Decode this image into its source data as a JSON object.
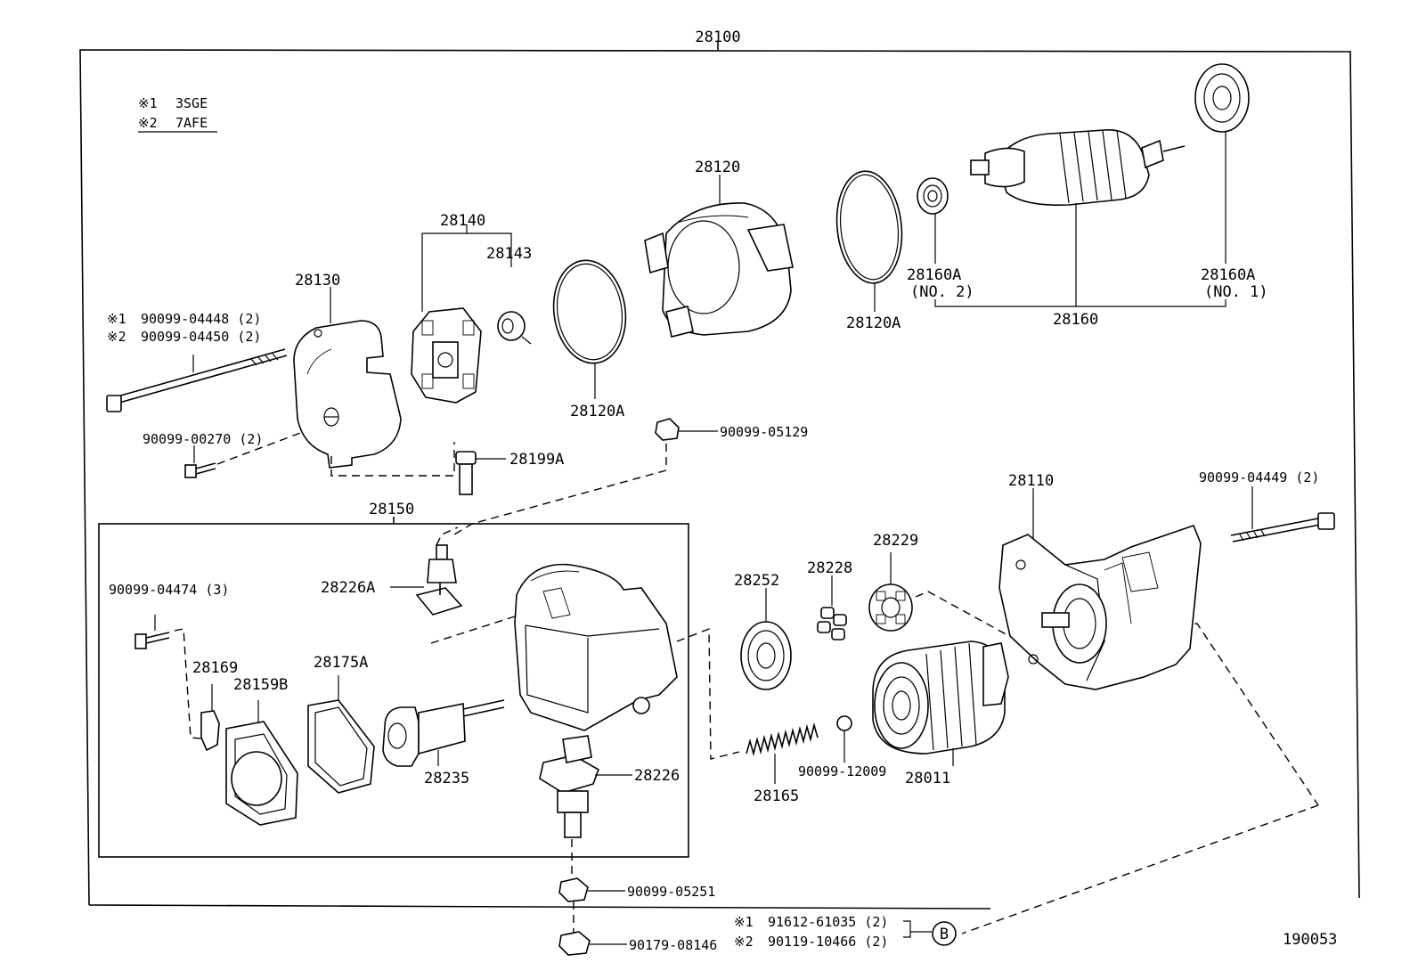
{
  "diagram": {
    "assembly_number": "28100",
    "figure_number": "190053",
    "legend": [
      {
        "mark": "※1",
        "text": "3SGE"
      },
      {
        "mark": "※2",
        "text": "7AFE"
      }
    ],
    "subassembly_number": "28150",
    "callout_letter": "B",
    "parts": {
      "p28130": "28130",
      "p28140": "28140",
      "p28143": "28143",
      "p28120": "28120",
      "p28120A_a": "28120A",
      "p28120A_b": "28120A",
      "p28160A_no2": "28160A",
      "p28160A_no2_note": "(NO. 2)",
      "p28160A_no1": "28160A",
      "p28160A_no1_note": "(NO. 1)",
      "p28160": "28160",
      "bolt1_mark": "※1",
      "bolt1": "90099-04448 (2)",
      "bolt2_mark": "※2",
      "bolt2": "90099-04450 (2)",
      "screw_00270": "90099-00270 (2)",
      "p28199A": "28199A",
      "nut_05129": "90099-05129",
      "p28110": "28110",
      "bolt_04449": "90099-04449 (2)",
      "screw_04474": "90099-04474 (3)",
      "p28226A": "28226A",
      "p28169": "28169",
      "p28159B": "28159B",
      "p28175A": "28175A",
      "p28235": "28235",
      "p28226": "28226",
      "p28252": "28252",
      "p28228": "28228",
      "p28229": "28229",
      "p28165": "28165",
      "ball_12009": "90099-12009",
      "p28011": "28011",
      "nut_05251": "90099-05251",
      "nut_08146": "90179-08146",
      "b1_mark": "※1",
      "b1": "91612-61035 (2)",
      "b2_mark": "※2",
      "b2": "90119-10466 (2)"
    }
  }
}
